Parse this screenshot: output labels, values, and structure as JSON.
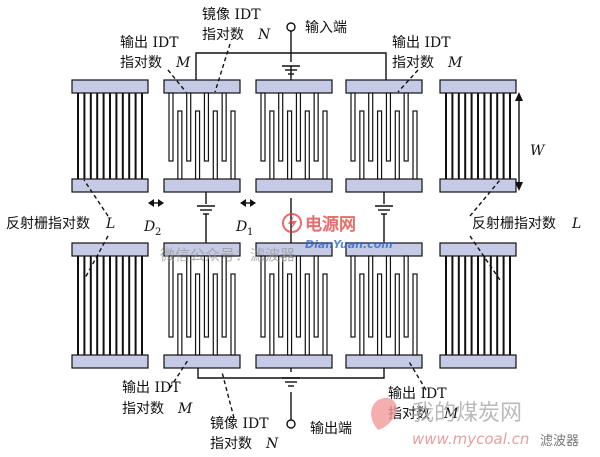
{
  "labels": {
    "mirror_idt_top_1": "镜像 IDT",
    "mirror_idt_top_2": "指对数",
    "mirror_idt_top_var": "N",
    "input_port": "输入端",
    "output_idt_tl_1": "输出 IDT",
    "output_idt_tl_2": "指对数",
    "output_idt_tl_var": "M",
    "output_idt_tr_1": "输出 IDT",
    "output_idt_tr_2": "指对数",
    "output_idt_tr_var": "M",
    "width_w": "W",
    "reflector_left": "反射栅指对数",
    "reflector_left_var": "L",
    "reflector_right": "反射栅指对数",
    "reflector_right_var": "L",
    "gap_d2": "D",
    "gap_d2_sub": "2",
    "gap_d1": "D",
    "gap_d1_sub": "1",
    "output_idt_bl_1": "输出 IDT",
    "output_idt_bl_2": "指对数",
    "output_idt_bl_var": "M",
    "output_idt_br_1": "输出 IDT",
    "output_idt_br_2": "指对数",
    "output_idt_br_var": "M",
    "mirror_idt_bottom_1": "镜像 IDT",
    "mirror_idt_bottom_2": "指对数",
    "mirror_idt_bottom_var": "N",
    "output_port": "输出端"
  },
  "watermarks": {
    "center_logo": "电源网",
    "center_url": "DianYuan.com",
    "center_wechat": "微信公众号：滤波器",
    "corner_site": "我的煤炭网",
    "corner_url": "www.mycoal.cn",
    "corner_tag": "滤波器"
  },
  "colors": {
    "bus_fill": "#c5cbe6",
    "line": "#111111",
    "watermark_red": "#e03c3c",
    "watermark_blue": "#2a62c9",
    "watermark_gray": "#9a9a9a"
  }
}
